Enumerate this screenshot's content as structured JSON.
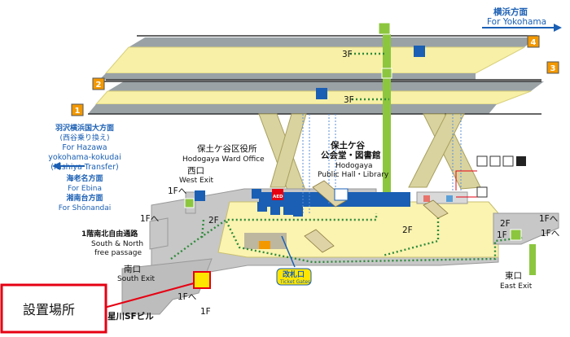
{
  "direction": {
    "yokohama_jp": "横浜方面",
    "yokohama_en": "For Yokohama",
    "left_lines": [
      "羽沢横浜国大方面",
      "(西谷乗り換え)",
      "For Hazawa",
      "yokohama-kokudai",
      "(Nishiya Transfer)",
      "海老名方面",
      "For Ebina",
      "湘南台方面",
      "For Shōnandai"
    ]
  },
  "platforms": {
    "track_1": "1",
    "track_2": "2",
    "track_3": "3",
    "track_4": "4",
    "floor_upper": "3F",
    "floor_lower": "3F"
  },
  "landmarks": {
    "ward_office_jp": "保土ケ谷区役所",
    "ward_office_en": "Hodogaya Ward Office",
    "public_hall_jp1": "保土ケ谷",
    "public_hall_jp2": "公会堂・図書館",
    "public_hall_en1": "Hodogaya",
    "public_hall_en2": "Public Hall・Library"
  },
  "exits": {
    "west_jp": "西口",
    "west_en": "West Exit",
    "south_jp": "南口",
    "south_en": "South Exit",
    "east_jp": "東口",
    "east_en": "East Exit",
    "passage_jp": "1階南北自由通路",
    "passage_en1": "South & North",
    "passage_en2": "free passage",
    "gate_jp": "改札口",
    "gate_en": "Ticket Gates"
  },
  "floors": {
    "to_1f_a": "1Fへ",
    "to_1f_b": "1Fへ",
    "to_1f_c": "1Fへ",
    "to_1f_d": "1Fへ",
    "to_1f_e": "1Fへ",
    "one_f": "1F",
    "two_f_left": "2F",
    "two_f_mid": "2F",
    "two_f_right": "2F",
    "one_f_right": "1F"
  },
  "callout": {
    "label": "設置場所",
    "building": "星川SFビル"
  },
  "icons": {
    "aed": "AED"
  },
  "colors": {
    "platform": "#f7f0a6",
    "concourse": "#fbf3b0",
    "gray_floor": "#c7c7c7",
    "elevator": "#8cc63f",
    "track_blue": "#1a5fb4",
    "marker_orange": "#f39800",
    "callout_red": "#e60012",
    "location_yellow": "#ffe600",
    "route_dots": "#2e8b3a"
  }
}
